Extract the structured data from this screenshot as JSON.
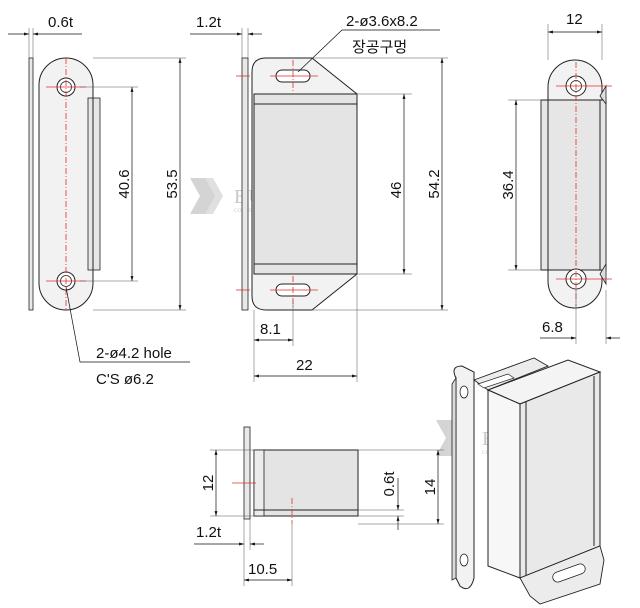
{
  "watermark": {
    "brand": "BUYOUNG",
    "tagline": "CONTINUAL VALUE of CREATION ENERGY"
  },
  "front_view": {
    "thickness": "0.6t",
    "hole_pitch": "40.6",
    "overall_length": "53.5",
    "hole_note_line1": "2-ø4.2 hole",
    "hole_note_line2": "C'S ø6.2"
  },
  "side_view": {
    "thickness": "1.2t",
    "slot_note_line1": "2-ø3.6x8.2",
    "slot_note_line2": "장공구멍",
    "body_length": "46",
    "overall_length": "54.2",
    "slot_offset": "8.1",
    "depth": "22"
  },
  "right_view": {
    "width": "12",
    "hole_pitch": "36.4",
    "offset": "6.8"
  },
  "bottom_view": {
    "height_inner": "12",
    "height_outer": "14",
    "thickness_plate": "0.6t",
    "thickness_base": "1.2t",
    "length": "10.5"
  }
}
